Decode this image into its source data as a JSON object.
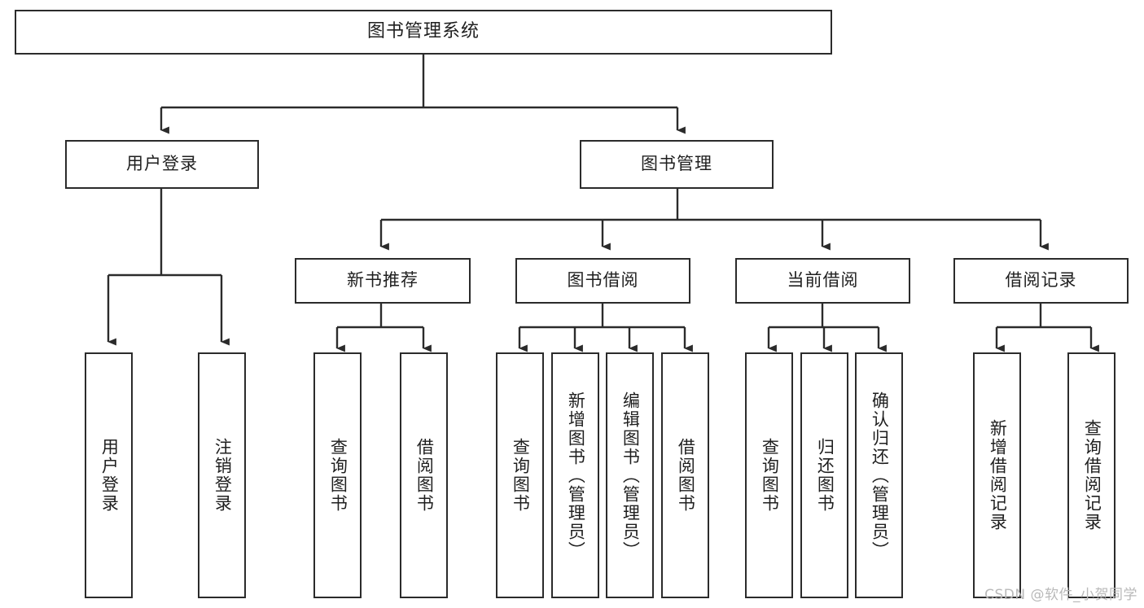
{
  "diagram": {
    "title": "图书管理系统",
    "type": "hierarchy-tree",
    "line_color": "#2b2b2b",
    "box_fill": "#ffffff",
    "text_color": "#1f1f1f"
  },
  "nodes": {
    "root": {
      "label": "图书管理系统",
      "level": 0,
      "orientation": "horizontal"
    },
    "level1": [
      {
        "id": "user-login",
        "label": "用户登录",
        "orientation": "horizontal"
      },
      {
        "id": "book-management",
        "label": "图书管理",
        "orientation": "horizontal"
      }
    ],
    "level2": [
      {
        "id": "new-book-recommend",
        "label": "新书推荐",
        "orientation": "horizontal",
        "parent": "book-management"
      },
      {
        "id": "book-borrow",
        "label": "图书借阅",
        "orientation": "horizontal",
        "parent": "book-management"
      },
      {
        "id": "current-borrow",
        "label": "当前借阅",
        "orientation": "horizontal",
        "parent": "book-management"
      },
      {
        "id": "borrow-record",
        "label": "借阅记录",
        "orientation": "horizontal",
        "parent": "book-management"
      }
    ],
    "leaves": [
      {
        "id": "leaf-user-login",
        "label": "用户登录",
        "parent": "user-login"
      },
      {
        "id": "leaf-logout-login",
        "label": "注销登录",
        "parent": "user-login"
      },
      {
        "id": "leaf-query-book-1",
        "label": "查询图书",
        "parent": "new-book-recommend"
      },
      {
        "id": "leaf-borrow-book-1",
        "label": "借阅图书",
        "parent": "new-book-recommend"
      },
      {
        "id": "leaf-query-book-2",
        "label": "查询图书",
        "parent": "book-borrow"
      },
      {
        "id": "leaf-add-book",
        "label": "新增图书（管理员）",
        "parent": "book-borrow"
      },
      {
        "id": "leaf-edit-book",
        "label": "编辑图书（管理员）",
        "parent": "book-borrow"
      },
      {
        "id": "leaf-borrow-book-2",
        "label": "借阅图书",
        "parent": "book-borrow"
      },
      {
        "id": "leaf-query-book-3",
        "label": "查询图书",
        "parent": "current-borrow"
      },
      {
        "id": "leaf-return-book",
        "label": "归还图书",
        "parent": "current-borrow"
      },
      {
        "id": "leaf-confirm-return",
        "label": "确认归还（管理员）",
        "parent": "current-borrow"
      },
      {
        "id": "leaf-add-record",
        "label": "新增借阅记录",
        "parent": "borrow-record"
      },
      {
        "id": "leaf-query-record",
        "label": "查询借阅记录",
        "parent": "borrow-record"
      }
    ]
  },
  "watermark": {
    "text": "CSDN @软件_小贺同学"
  }
}
